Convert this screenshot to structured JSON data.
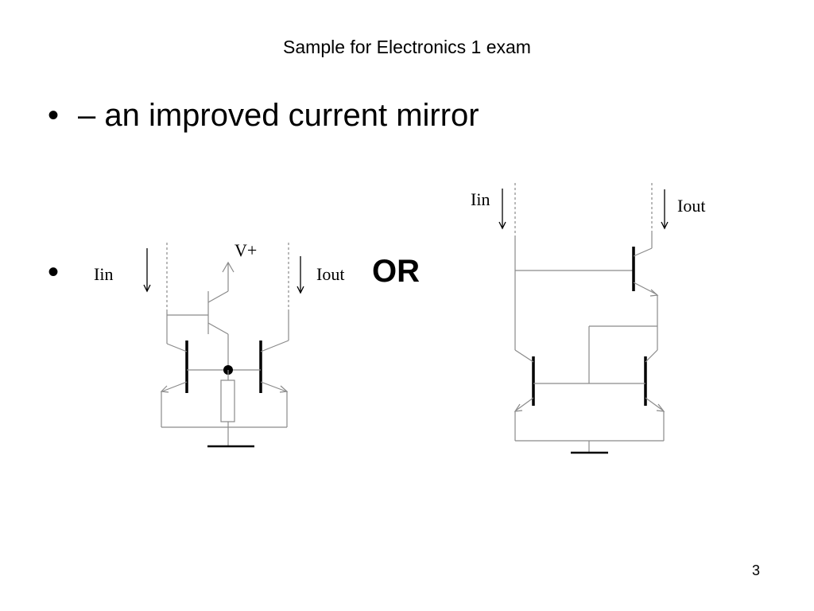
{
  "slide": {
    "title": "Sample for Electronics 1 exam",
    "bullets": [
      {
        "marker": "•",
        "text": "– an improved current mirror"
      },
      {
        "marker": "•",
        "text": ""
      }
    ],
    "or_label": "OR",
    "page_number": "3"
  },
  "circuit_left": {
    "supply_label": "V+",
    "input_current_label": "Iin",
    "output_current_label": "Iout"
  },
  "circuit_right": {
    "input_current_label": "Iin",
    "output_current_label": "Iout"
  }
}
